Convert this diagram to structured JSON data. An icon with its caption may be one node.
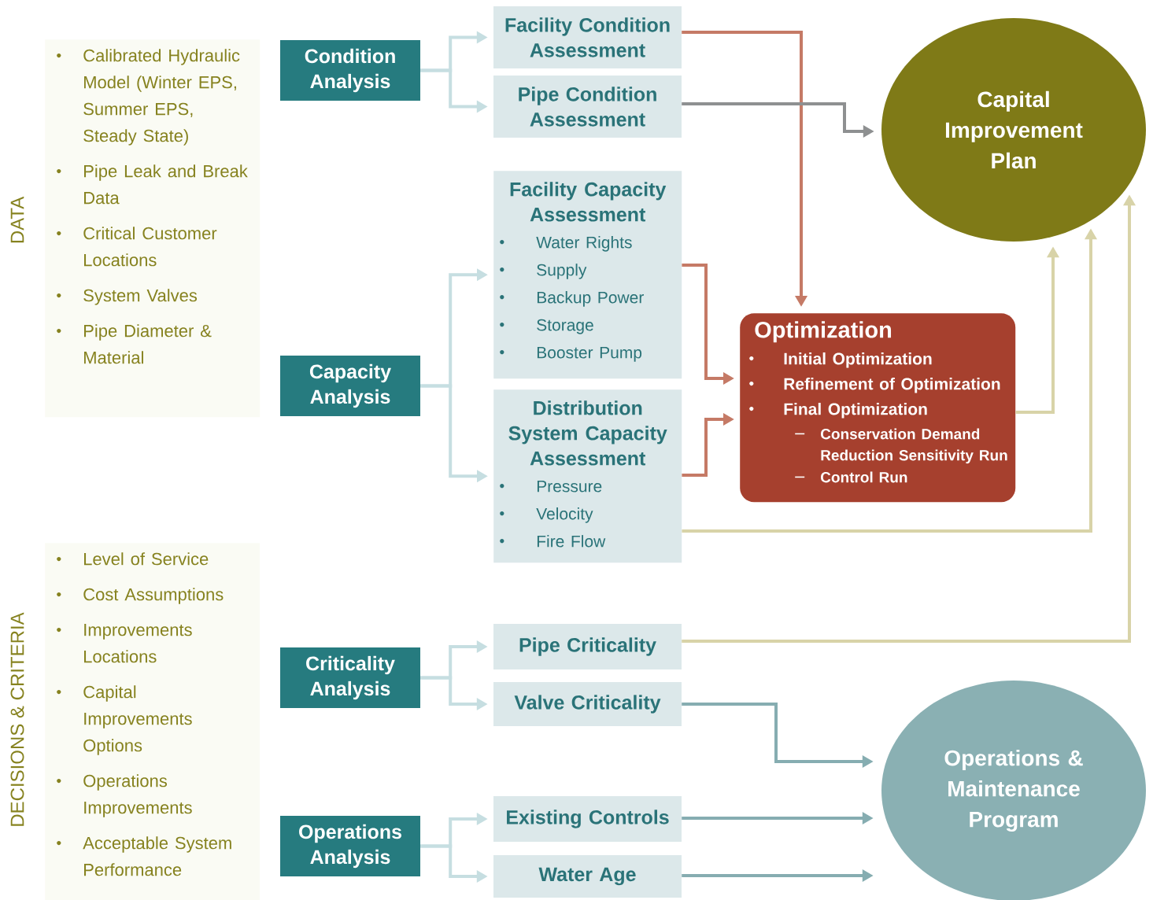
{
  "diagram": {
    "nodes": [
      {
        "text": [
          "Calibrated Hydraulic Model (Winter EPS, Summer EPS, Steady State)",
          "Pipe Leak and Break Data",
          "Critical Customer Locations",
          "System Valves",
          "Pipe Diameter & Material"
        ],
        "beside": [
          "DATA"
        ]
      },
      {
        "text": [
          "Level of Service",
          "Cost Assumptions",
          "Improvements Locations",
          "Capital Improvements Options",
          "Operations Improvements",
          "Acceptable System Performance"
        ],
        "beside": [
          "DECISIONS & CRITERIA"
        ]
      },
      {
        "text": [
          "Condition Analysis"
        ]
      },
      {
        "text": [
          "Capacity Analysis"
        ]
      },
      {
        "text": [
          "Criticality Analysis"
        ]
      },
      {
        "text": [
          "Operations Analysis"
        ]
      },
      {
        "text": [
          "Facility Condition Assessment"
        ]
      },
      {
        "text": [
          "Pipe Condition Assessment"
        ]
      },
      {
        "text": [
          "Facility Capacity Assessment",
          "Water Rights",
          "Supply",
          "Backup Power",
          "Storage",
          "Booster Pump"
        ]
      },
      {
        "text": [
          "Distribution System Capacity Assessment",
          "Pressure",
          "Velocity",
          "Fire Flow"
        ]
      },
      {
        "text": [
          "Pipe Criticality"
        ]
      },
      {
        "text": [
          "Valve Criticality"
        ]
      },
      {
        "text": [
          "Existing Controls"
        ]
      },
      {
        "text": [
          "Water Age"
        ]
      },
      {
        "text": [
          "Optimization",
          "Initial Optimization",
          "Refinement of Optimization",
          "Final Optimization",
          "Conservation Demand Reduction Sensitivity Run",
          "Control Run"
        ]
      },
      {
        "text": [
          "Capital Improvement Plan"
        ]
      },
      {
        "text": [
          "Operations & Maintenance Program"
        ]
      }
    ],
    "edges": [
      {
        "from": 2,
        "to": 6,
        "arrow": "to"
      },
      {
        "from": 2,
        "to": 7,
        "arrow": "to"
      },
      {
        "from": 3,
        "to": 8,
        "arrow": "to"
      },
      {
        "from": 3,
        "to": 9,
        "arrow": "to"
      },
      {
        "from": 4,
        "to": 10,
        "arrow": "to"
      },
      {
        "from": 4,
        "to": 11,
        "arrow": "to"
      },
      {
        "from": 5,
        "to": 12,
        "arrow": "to"
      },
      {
        "from": 5,
        "to": 13,
        "arrow": "to"
      },
      {
        "from": 6,
        "to": 14,
        "arrow": "to",
        "color": "#c57a66"
      },
      {
        "from": 7,
        "to": 15,
        "arrow": "to",
        "color": "#8e9091"
      },
      {
        "from": 8,
        "to": 14,
        "arrow": "to",
        "color": "#c57a66"
      },
      {
        "from": 9,
        "to": 14,
        "arrow": "to",
        "color": "#c57a66"
      },
      {
        "from": 14,
        "to": 15,
        "arrow": "to",
        "color": "#d8d3a8"
      },
      {
        "from": 9,
        "to": 15,
        "arrow": "to",
        "color": "#d8d3a8"
      },
      {
        "from": 10,
        "to": 15,
        "arrow": "to",
        "color": "#d8d3a8"
      },
      {
        "from": 11,
        "to": 16,
        "arrow": "to",
        "color": "#86adb1"
      },
      {
        "from": 12,
        "to": 16,
        "arrow": "to",
        "color": "#86adb1"
      },
      {
        "from": 13,
        "to": 16,
        "arrow": "to",
        "color": "#86adb1"
      }
    ]
  }
}
